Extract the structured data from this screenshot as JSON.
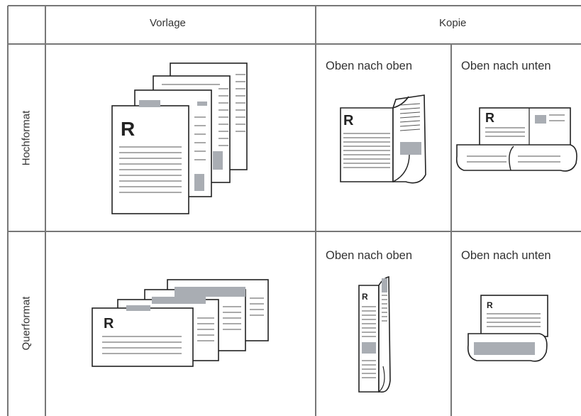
{
  "header": {
    "original": "Vorlage",
    "copy": "Kopie"
  },
  "rows": {
    "portrait": "Hochformat",
    "landscape": "Querformat"
  },
  "subheaders": {
    "portrait_top_to_top": "Oben nach oben",
    "portrait_top_to_bottom": "Oben nach unten",
    "landscape_top_to_top": "Oben nach oben",
    "landscape_top_to_bottom": "Oben nach unten"
  },
  "page_letter": "R",
  "colors": {
    "grid_line": "#777777",
    "page_outline": "#222222",
    "highlight": "#a9adb3",
    "text_line": "#555555"
  }
}
